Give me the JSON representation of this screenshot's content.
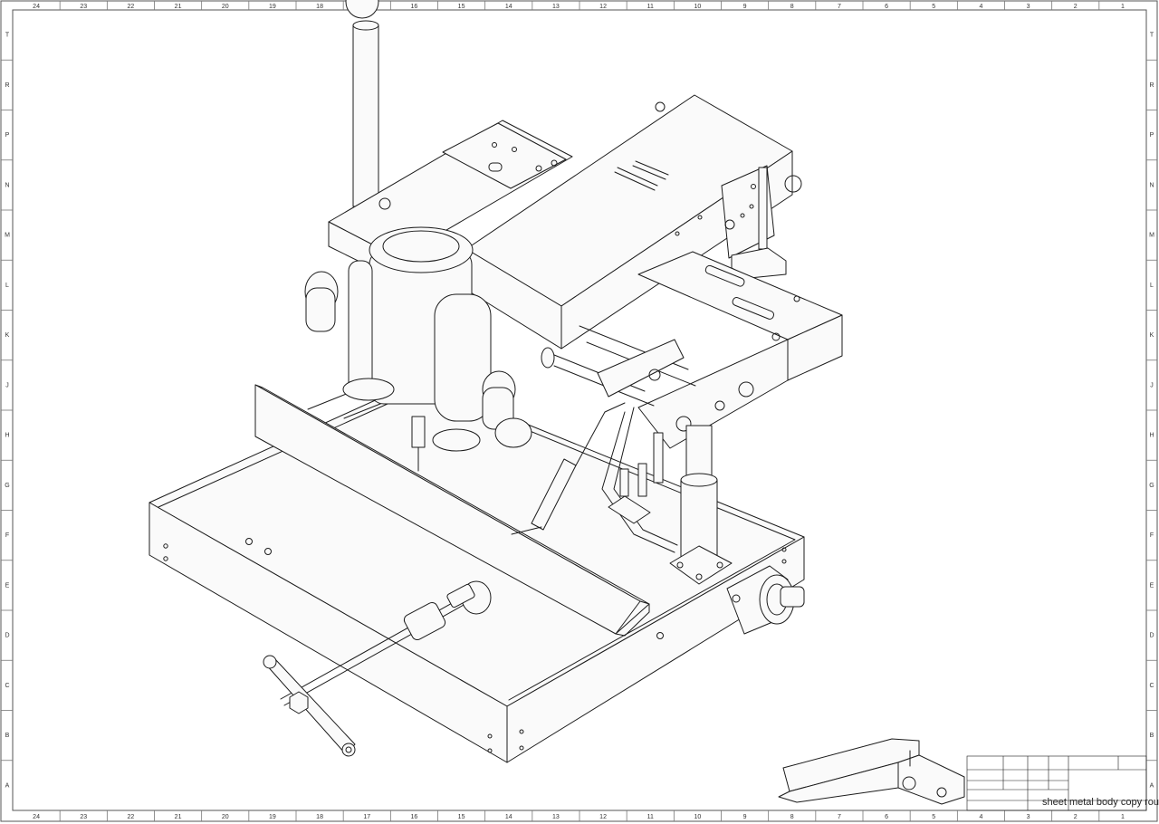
{
  "sheet": {
    "columns": [
      "24",
      "23",
      "22",
      "21",
      "20",
      "19",
      "18",
      "17",
      "16",
      "15",
      "14",
      "13",
      "12",
      "11",
      "10",
      "9",
      "8",
      "7",
      "6",
      "5",
      "4",
      "3",
      "2",
      "1"
    ],
    "rows": [
      "T",
      "R",
      "P",
      "N",
      "M",
      "L",
      "K",
      "J",
      "H",
      "G",
      "F",
      "E",
      "D",
      "C",
      "B",
      "A"
    ]
  },
  "title_block": {
    "drawing_title": "sheet metal body copy route"
  },
  "colors": {
    "line": "#1c1c1c",
    "paper": "#ffffff",
    "frame": "#555555"
  }
}
